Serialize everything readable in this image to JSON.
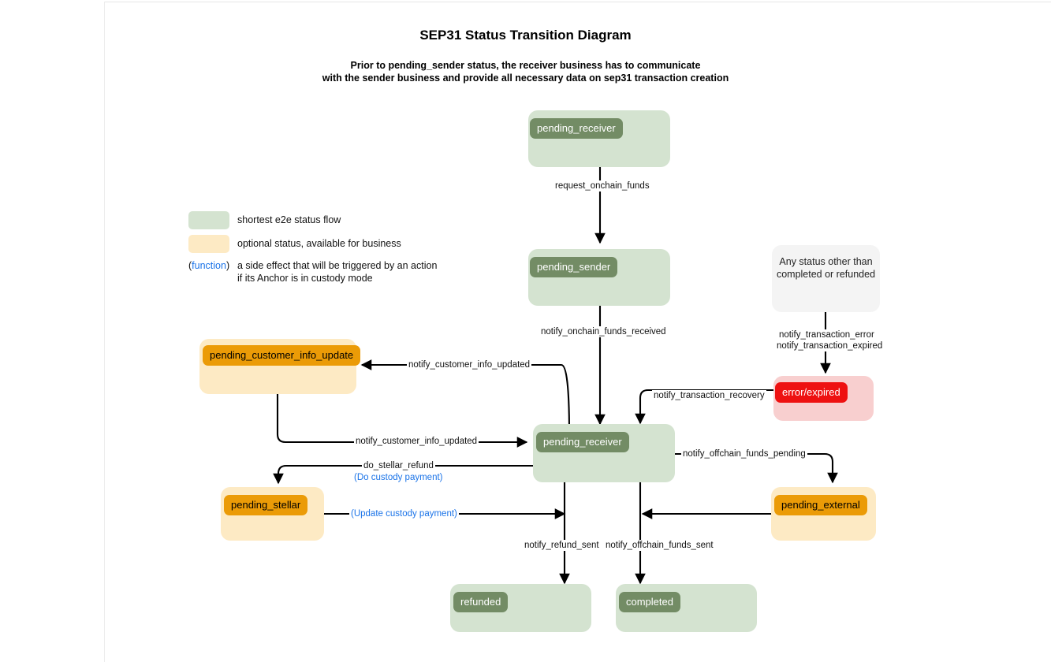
{
  "header": {
    "title": "SEP31 Status Transition Diagram",
    "subtitle_line1": "Prior to pending_sender status, the receiver business has to communicate",
    "subtitle_line2": "with the sender business and provide all necessary data on sep31 transaction creation"
  },
  "legend": {
    "items": [
      {
        "kind": "swatch-green",
        "color": "#d4e3d0",
        "label": "shortest e2e status flow"
      },
      {
        "kind": "swatch-amber",
        "color": "#fdeac4",
        "label": "optional status, available for business"
      },
      {
        "kind": "function",
        "marker_open": "(",
        "marker_text": "function",
        "marker_close": ")",
        "marker_color": "#1a73e8",
        "label": "a side effect that will be triggered by an action\nif its Anchor is in custody mode"
      }
    ]
  },
  "nodes": [
    {
      "id": "pending_receiver_top",
      "label": "pending_receiver",
      "style": "green"
    },
    {
      "id": "pending_sender",
      "label": "pending_sender",
      "style": "green"
    },
    {
      "id": "any_status",
      "label": "Any status other than\ncompleted or refunded",
      "style": "grey"
    },
    {
      "id": "error_expired",
      "label": "error/expired",
      "style": "red"
    },
    {
      "id": "pending_customer_info_update",
      "label": "pending_customer_info_update",
      "style": "amber"
    },
    {
      "id": "pending_receiver_mid",
      "label": "pending_receiver",
      "style": "green"
    },
    {
      "id": "pending_stellar",
      "label": "pending_stellar",
      "style": "amber"
    },
    {
      "id": "pending_external",
      "label": "pending_external",
      "style": "amber"
    },
    {
      "id": "refunded",
      "label": "refunded",
      "style": "green"
    },
    {
      "id": "completed",
      "label": "completed",
      "style": "green"
    }
  ],
  "edges": [
    {
      "id": "e1",
      "from": "pending_receiver_top",
      "to": "pending_sender",
      "label": "request_onchain_funds"
    },
    {
      "id": "e2",
      "from": "pending_sender",
      "to": "pending_receiver_mid",
      "label": "notify_onchain_funds_received"
    },
    {
      "id": "e3",
      "from": "any_status",
      "to": "error_expired",
      "label_line1": "notify_transaction_error",
      "label_line2": "notify_transaction_expired"
    },
    {
      "id": "e4",
      "from": "error_expired",
      "to": "pending_receiver_mid",
      "label": "notify_transaction_recovery"
    },
    {
      "id": "e5",
      "from": "pending_receiver_mid",
      "to": "pending_customer_info_update",
      "label": "notify_customer_info_updated"
    },
    {
      "id": "e6",
      "from": "pending_customer_info_update",
      "to": "pending_receiver_mid",
      "label": "notify_customer_info_updated"
    },
    {
      "id": "e7",
      "from": "pending_receiver_mid",
      "to": "pending_stellar",
      "label": "do_stellar_refund",
      "sublabel": "(Do custody payment)"
    },
    {
      "id": "e8",
      "from": "pending_stellar",
      "to": "refunded",
      "sublabel": "(Update custody payment)"
    },
    {
      "id": "e9",
      "from": "pending_receiver_mid",
      "to": "pending_external",
      "label": "notify_offchain_funds_pending"
    },
    {
      "id": "e10",
      "from": "pending_external",
      "to": "completed",
      "label": ""
    },
    {
      "id": "e11",
      "from": "pending_receiver_mid",
      "to": "refunded",
      "label": "notify_refund_sent"
    },
    {
      "id": "e12",
      "from": "pending_receiver_mid",
      "to": "completed",
      "label": "notify_offchain_funds_sent"
    }
  ],
  "colors": {
    "green_container": "#d4e3d0",
    "green_pill": "#738c65",
    "amber_container": "#fdeac4",
    "amber_pill": "#eb9b07",
    "red_container": "#f8cfcf",
    "red_pill": "#ee1111",
    "grey_container": "#f4f4f4",
    "function_blue": "#1a73e8",
    "edge_stroke": "#000000"
  }
}
